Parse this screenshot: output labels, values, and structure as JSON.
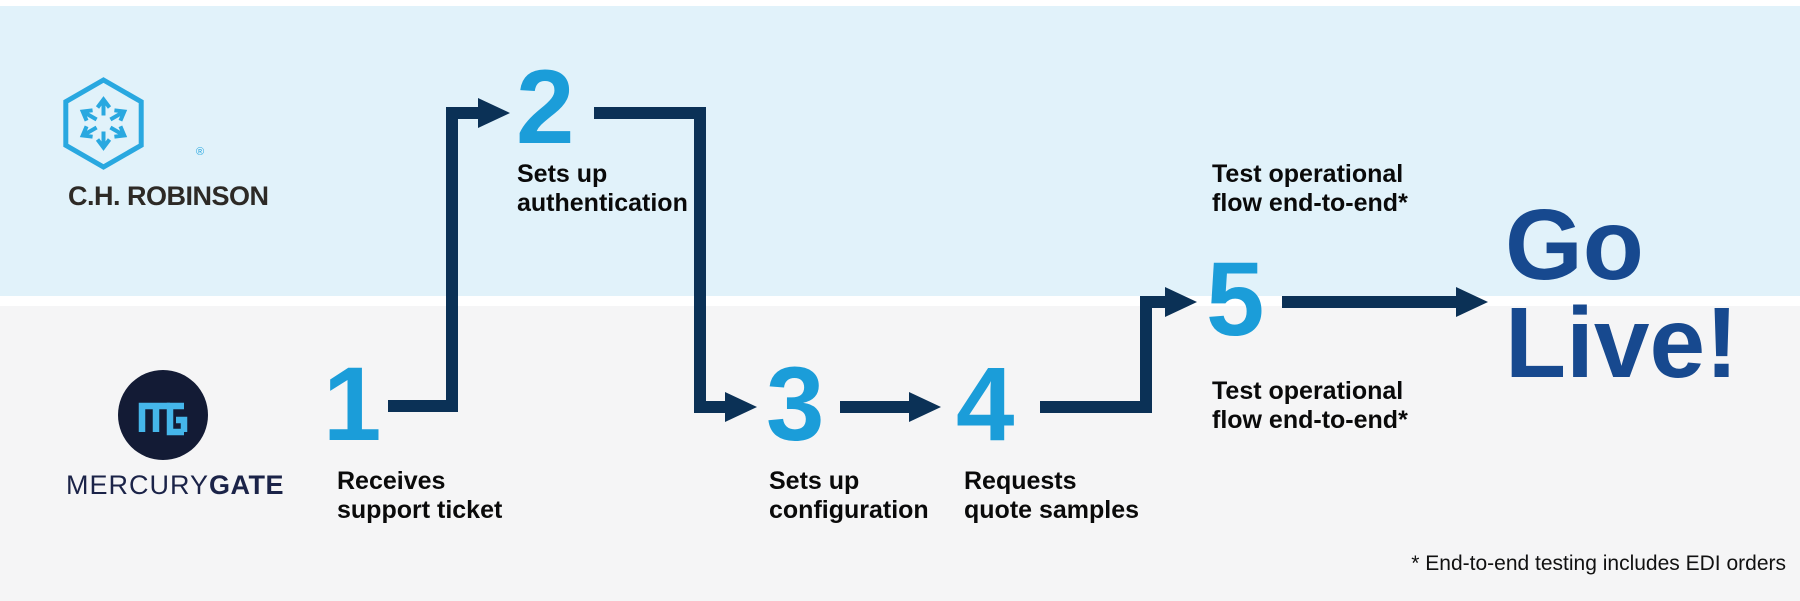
{
  "palette": {
    "lane_top_background": "#e1f2fa",
    "lane_bottom_background": "#f5f5f6",
    "step_number_blue": "#1b9dd9",
    "connector_navy": "#0b3156",
    "golive_blue": "#17498f",
    "label_black": "#0a0a0a",
    "chr_logo_blue": "#29a8e0",
    "chr_wordmark_color": "#2d2a26",
    "mg_circle_navy": "#131b35",
    "mg_monogram_blue": "#45b6ea",
    "mg_wordmark_navy": "#1b2348"
  },
  "logos": {
    "chr": {
      "wordmark": "C.H. ROBINSON",
      "registered_mark": "®",
      "icon": "hexagon-arrows-icon"
    },
    "mg": {
      "wordmark_regular": "MERCURY",
      "wordmark_bold": "GATE",
      "icon": "mg-monogram-icon"
    }
  },
  "steps": [
    {
      "number": "1",
      "lane": "mercurygate",
      "label_lines": [
        "Receives",
        "support ticket"
      ]
    },
    {
      "number": "2",
      "lane": "chrobinson",
      "label_lines": [
        "Sets up",
        "authentication"
      ]
    },
    {
      "number": "3",
      "lane": "mercurygate",
      "label_lines": [
        "Sets up",
        "configuration"
      ]
    },
    {
      "number": "4",
      "lane": "mercurygate",
      "label_lines": [
        "Requests",
        "quote samples"
      ]
    },
    {
      "number": "5",
      "lane": "both",
      "label_top_lines": [
        "Test operational",
        "flow end-to-end*"
      ],
      "label_bottom_lines": [
        "Test operational",
        "flow end-to-end*"
      ]
    }
  ],
  "golive": {
    "line1": "Go",
    "line2": "Live!"
  },
  "footnote": "* End-to-end testing includes EDI orders"
}
